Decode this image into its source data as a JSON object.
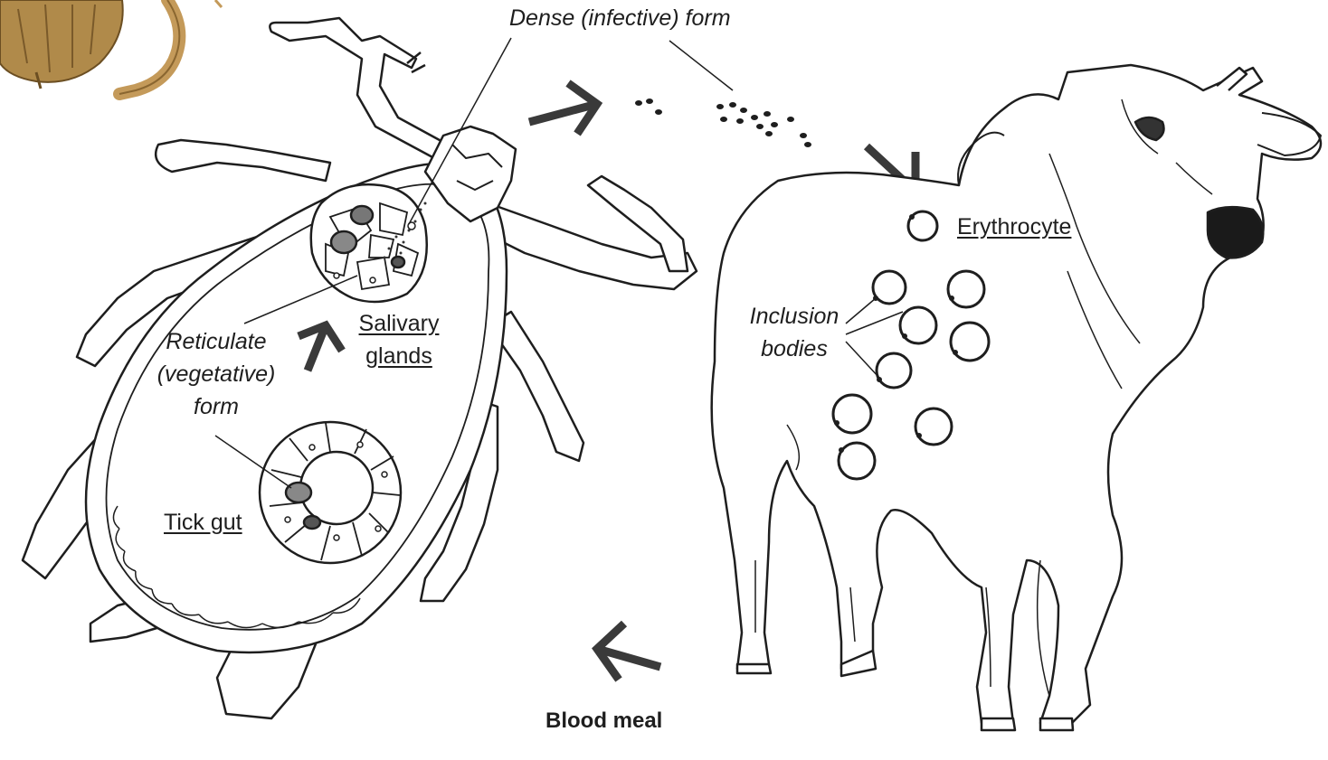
{
  "labels": {
    "dense_form": "Dense (infective) form",
    "erythrocyte": "Erythrocyte",
    "inclusion_line1": "Inclusion",
    "inclusion_line2": "bodies",
    "salivary_line1": "Salivary",
    "salivary_line2": "glands",
    "reticulate_line1": "Reticulate",
    "reticulate_line2": "(vegetative)",
    "reticulate_line3": "form",
    "tick_gut": "Tick gut",
    "blood_meal": "Blood meal"
  },
  "icons": {
    "tick": "tick-illustration-icon",
    "cow": "cow-illustration-icon",
    "arrow": "arrow-icon",
    "cell": "cell-icon"
  },
  "colors": {
    "stroke": "#1e1e1e",
    "arrow": "#3a3a3a",
    "brown_tick": "#b08a4a",
    "background": "#ffffff"
  }
}
